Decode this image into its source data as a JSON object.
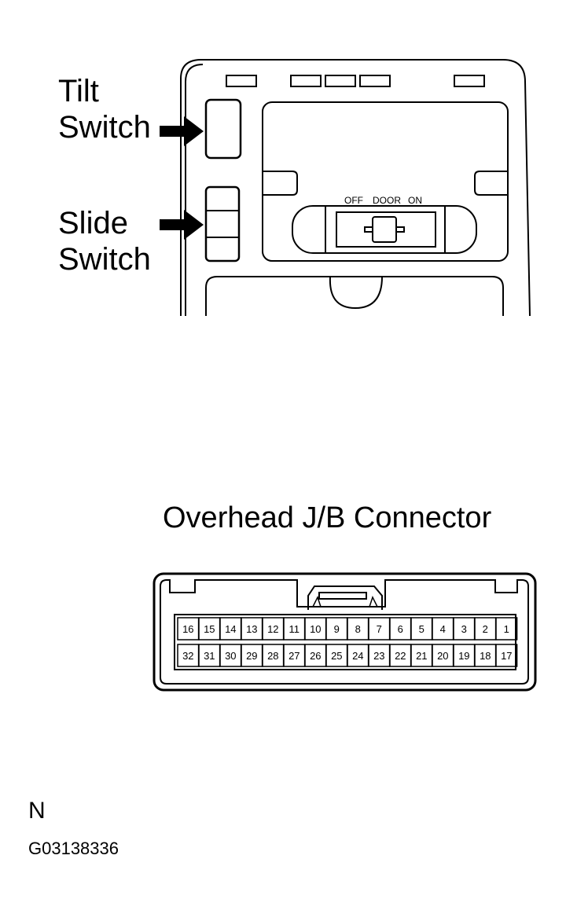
{
  "console": {
    "tilt_label_line1": "Tilt",
    "tilt_label_line2": "Switch",
    "slide_label_line1": "Slide",
    "slide_label_line2": "Switch",
    "room_lamp_positions": [
      "OFF",
      "DOOR",
      "ON"
    ]
  },
  "connector": {
    "title": "Overhead J/B Connector",
    "top_row_pins": [
      "16",
      "15",
      "14",
      "13",
      "12",
      "11",
      "10",
      "9",
      "8",
      "7",
      "6",
      "5",
      "4",
      "3",
      "2",
      "1"
    ],
    "bottom_row_pins": [
      "32",
      "31",
      "30",
      "29",
      "28",
      "27",
      "26",
      "25",
      "24",
      "23",
      "22",
      "21",
      "20",
      "19",
      "18",
      "17"
    ]
  },
  "footer": {
    "mark": "N",
    "figure_code": "G03138336"
  }
}
